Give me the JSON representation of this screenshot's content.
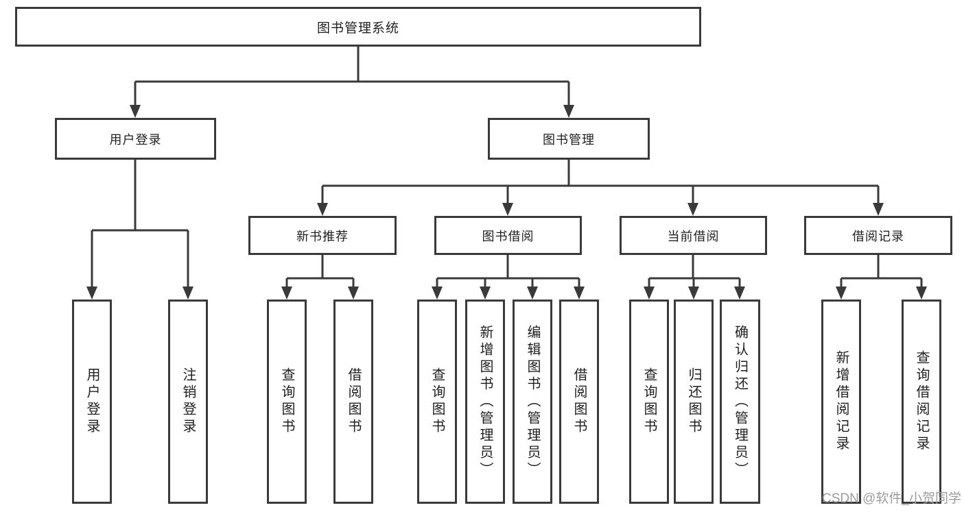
{
  "diagram_title": "图书管理系统",
  "tree": {
    "label": "图书管理系统",
    "children": [
      {
        "label": "用户登录",
        "children": [
          {
            "label": "用户登录"
          },
          {
            "label": "注销登录"
          }
        ]
      },
      {
        "label": "图书管理",
        "children": [
          {
            "label": "新书推荐",
            "children": [
              {
                "label": "查询图书"
              },
              {
                "label": "借阅图书"
              }
            ]
          },
          {
            "label": "图书借阅",
            "children": [
              {
                "label": "查询图书"
              },
              {
                "label": "新增图书（管理员）"
              },
              {
                "label": "编辑图书（管理员）"
              },
              {
                "label": "借阅图书"
              }
            ]
          },
          {
            "label": "当前借阅",
            "children": [
              {
                "label": "查询图书"
              },
              {
                "label": "归还图书"
              },
              {
                "label": "确认归还（管理员）"
              }
            ]
          },
          {
            "label": "借阅记录",
            "children": [
              {
                "label": "新增借阅记录"
              },
              {
                "label": "查询借阅记录"
              }
            ]
          }
        ]
      }
    ]
  },
  "watermark": {
    "text": "CSDN @软件_小贺同学"
  },
  "colors": {
    "line": "#3a3a3a",
    "border": "#3a3a3a",
    "text": "#1f1f1f",
    "watermark": "#9c9c9c",
    "background": "#ffffff"
  }
}
